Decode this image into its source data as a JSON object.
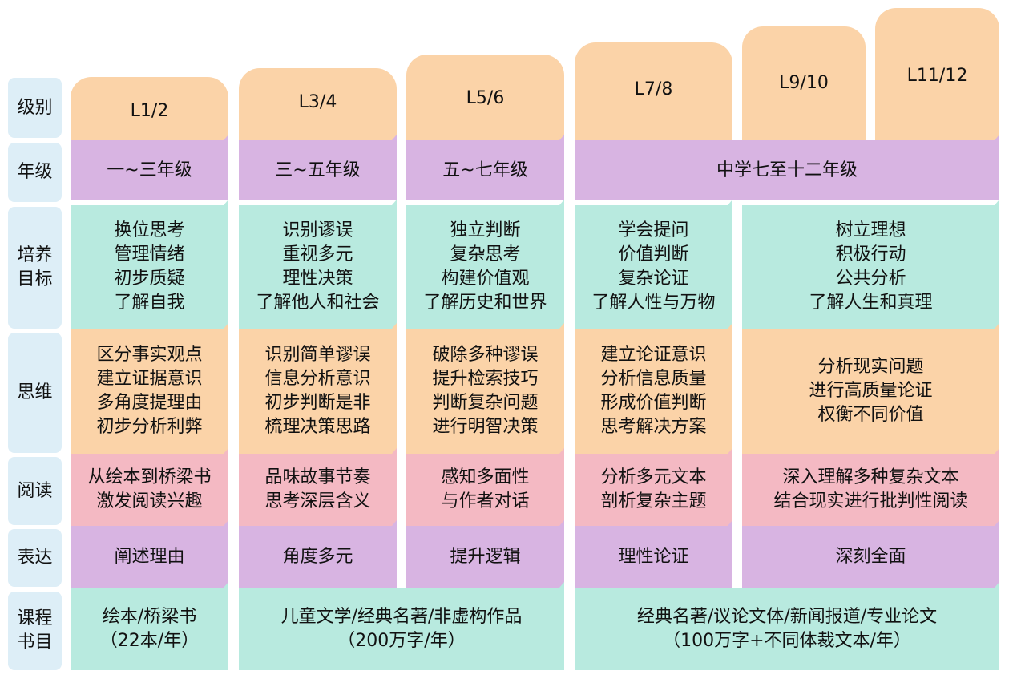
{
  "row_labels": [
    "级别",
    "年级",
    "培养\n目标",
    "思维",
    "阅读",
    "表达",
    "课程\n书目"
  ],
  "levels": [
    "L1/2",
    "L3/4",
    "L5/6",
    "L7/8",
    "L9/10",
    "L11/12"
  ],
  "grades": [
    "一~三年级",
    "三~五年级",
    "五~七年级",
    "中学七至十二年级"
  ],
  "goals": [
    [
      "换位思考",
      "管理情绪",
      "初步质疑",
      "了解自我"
    ],
    [
      "识别谬误",
      "重视多元",
      "理性决策",
      "了解他人和社会"
    ],
    [
      "独立判断",
      "复杂思考",
      "构建价值观",
      "了解历史和世界"
    ],
    [
      "学会提问",
      "价值判断",
      "复杂论证",
      "了解人性与万物"
    ],
    [
      "树立理想",
      "积极行动",
      "公共分析",
      "了解人生和真理"
    ]
  ],
  "thinking": [
    [
      "区分事实观点",
      "建立证据意识",
      "多角度提理由",
      "初步分析利弊"
    ],
    [
      "识别简单谬误",
      "信息分析意识",
      "初步判断是非",
      "梳理决策思路"
    ],
    [
      "破除多种谬误",
      "提升检索技巧",
      "判断复杂问题",
      "进行明智决策"
    ],
    [
      "建立论证意识",
      "分析信息质量",
      "形成价值判断",
      "思考解决方案"
    ],
    [
      "分析现实问题",
      "进行高质量论证",
      "权衡不同价值"
    ]
  ],
  "reading": [
    [
      "从绘本到桥梁书",
      "激发阅读兴趣"
    ],
    [
      "品味故事节奏",
      "思考深层含义"
    ],
    [
      "感知多面性",
      "与作者对话"
    ],
    [
      "分析多元文本",
      "剖析复杂主题"
    ],
    [
      "深入理解多种复杂文本",
      "结合现实进行批判性阅读"
    ]
  ],
  "expression": [
    "阐述理由",
    "角度多元",
    "提升逻辑",
    "理性论证",
    "深刻全面"
  ],
  "books": [
    [
      "绘本/桥梁书",
      "（22本/年）"
    ],
    [
      "儿童文学/经典名著/非虚构作品",
      "（200万字/年）"
    ],
    [
      "经典名著/议论文体/新闻报道/专业论文",
      "（100万字+不同体裁文本/年）"
    ]
  ],
  "colors": {
    "level": "#FBD3A8",
    "grade": "#D8B4E2",
    "goals": "#B8EADF",
    "thinking": "#FBD3A8",
    "reading": "#F4B9C3",
    "expression": "#D8B4E2",
    "books": "#B8EADF",
    "labels": "#DDEEF7"
  }
}
